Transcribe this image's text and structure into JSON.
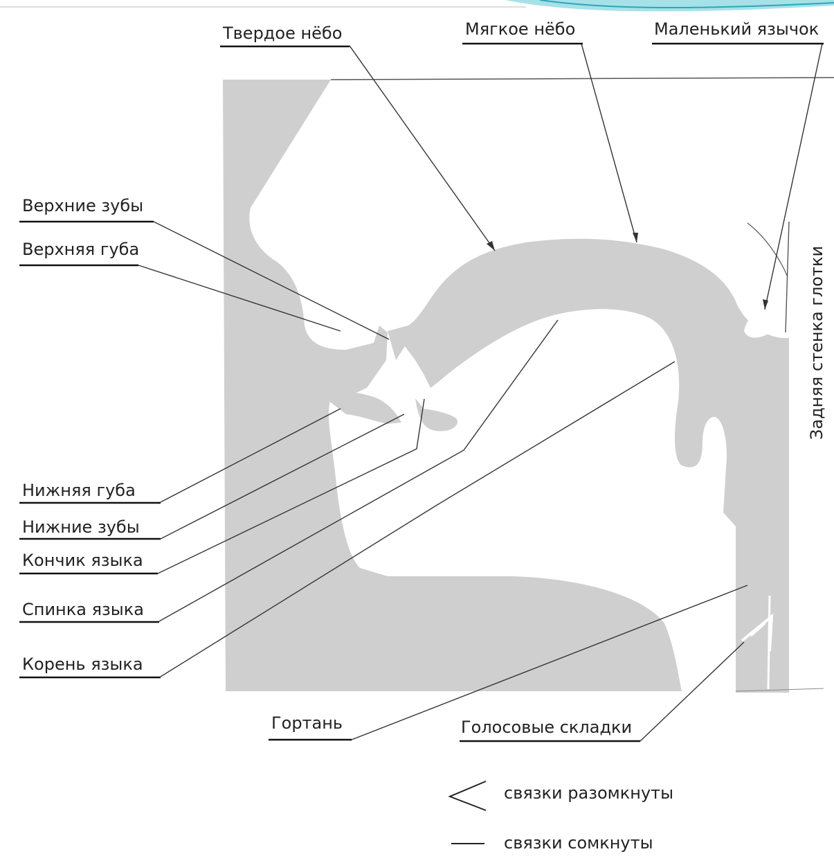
{
  "labels": {
    "hard_palate": "Твердое нёбо",
    "soft_palate": "Мягкое нёбо",
    "uvula": "Маленький язычок",
    "upper_teeth": "Верхние зубы",
    "upper_lip": "Верхняя губа",
    "lower_lip": "Нижняя губа",
    "lower_teeth": "Нижние зубы",
    "tongue_tip": "Кончик языка",
    "tongue_back": "Спинка языка",
    "tongue_root": "Корень языка",
    "larynx": "Гортань",
    "vocal_folds": "Голосовые складки",
    "pharynx_wall": "Задняя стенка глотки"
  },
  "legend": {
    "open": "связки разомкнуты",
    "closed": "связки сомкнуты"
  },
  "colors": {
    "tissue": "#cfcfcf",
    "ink": "#222222",
    "accent_wave": "#5cc9d6"
  }
}
